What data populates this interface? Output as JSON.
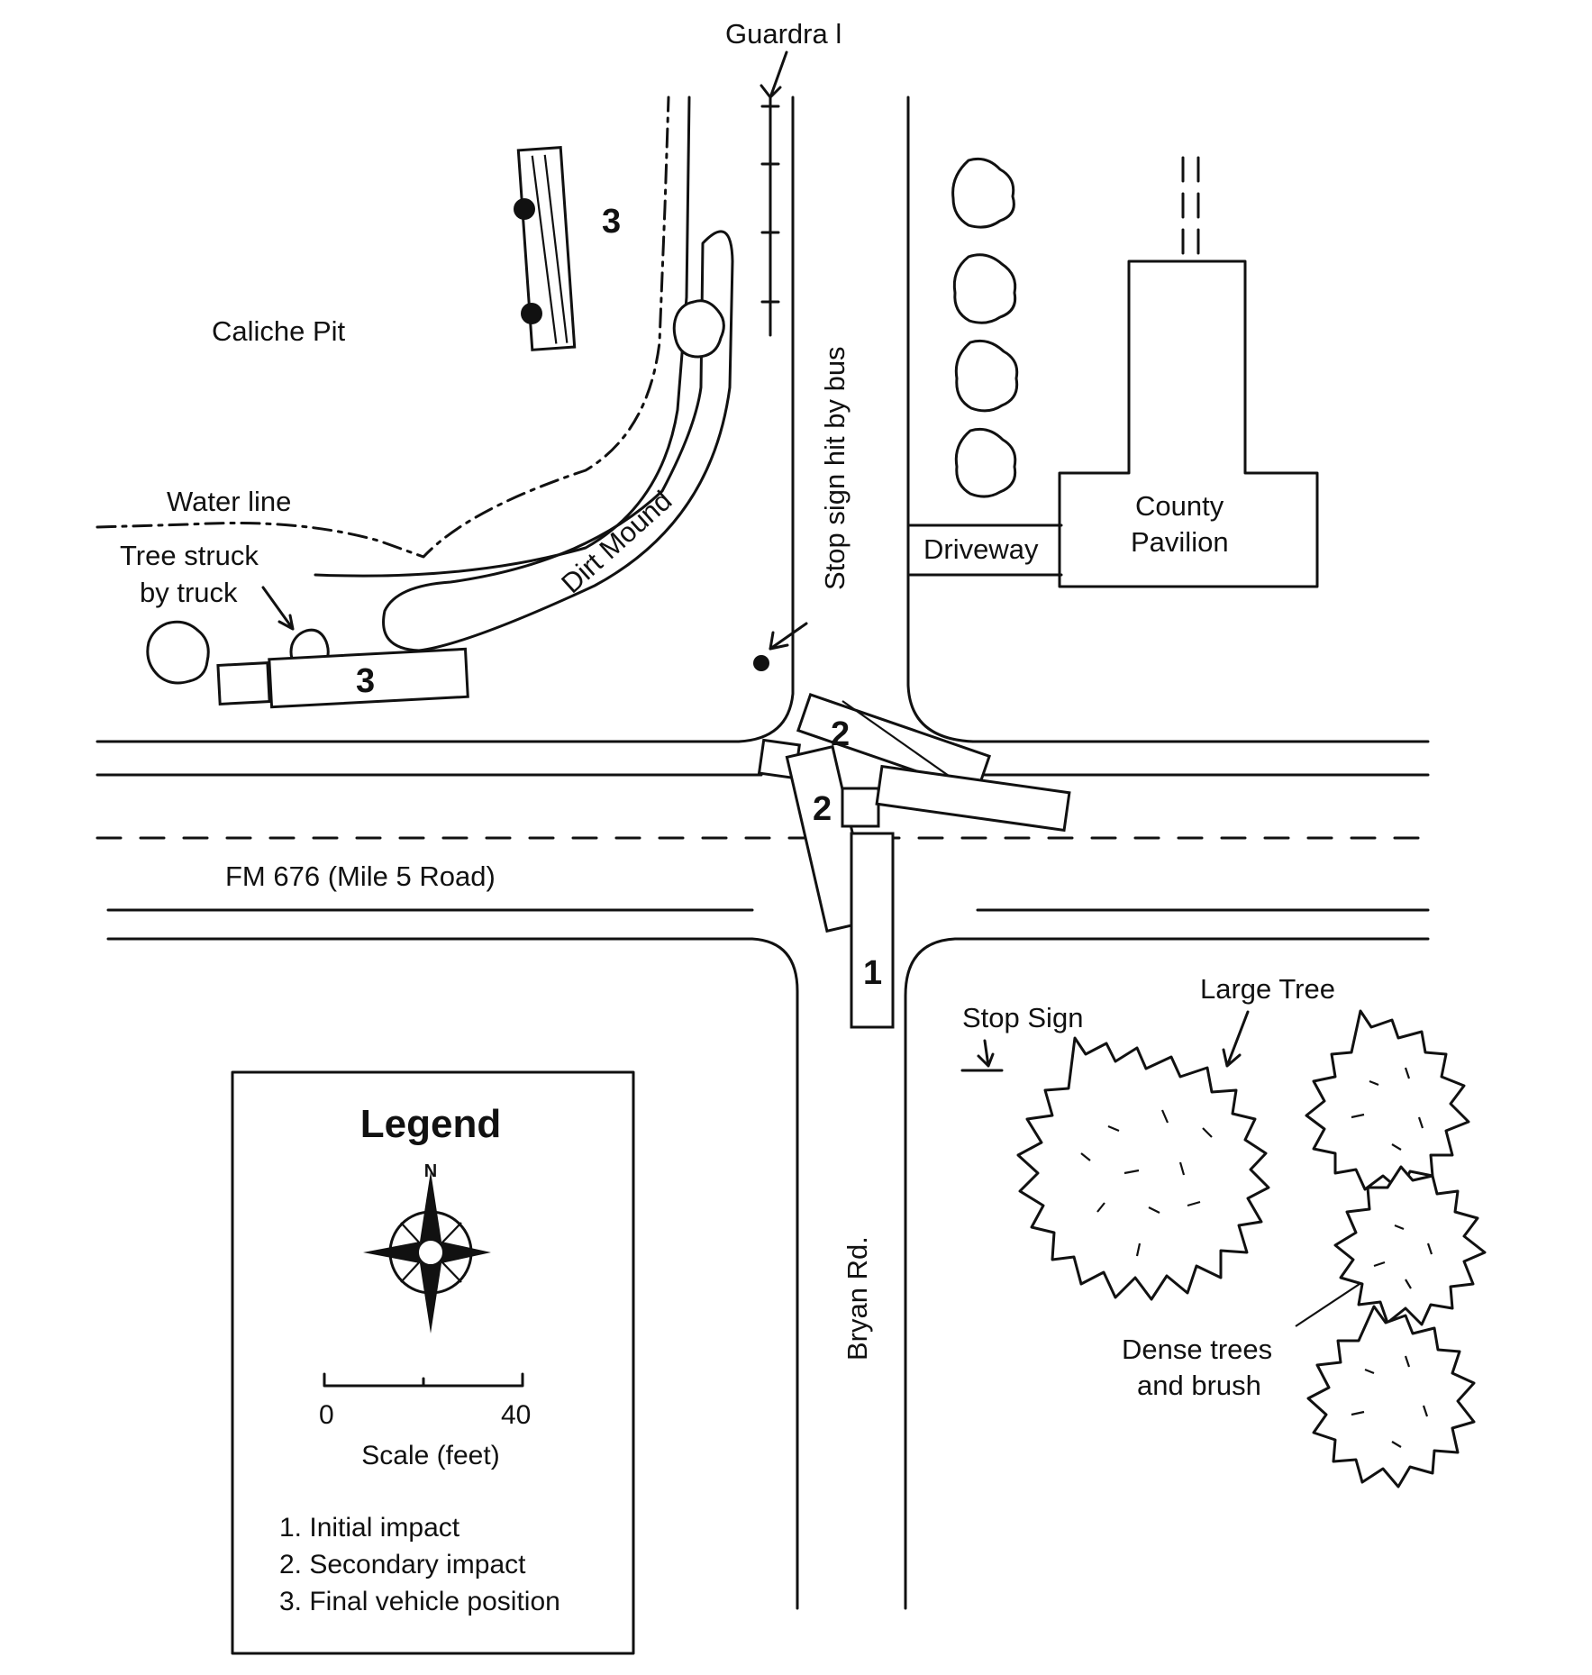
{
  "labels": {
    "guardrail": "Guardra l",
    "caliche_pit": "Caliche Pit",
    "water_line": "Water line",
    "tree_struck_line1": "Tree struck",
    "tree_struck_line2": "by truck",
    "dirt_mound": "Dirt Mound",
    "stop_sign_hit": "Stop sign hit by bus",
    "driveway": "Driveway",
    "county_line1": "County",
    "county_line2": "Pavilion",
    "fm_road": "FM 676 (Mile 5 Road)",
    "stop_sign": "Stop Sign",
    "large_tree": "Large Tree",
    "bryan_rd": "Bryan Rd.",
    "dense_line1": "Dense trees",
    "dense_line2": "and brush"
  },
  "markers": {
    "bus_final": "3",
    "truck_final": "3",
    "truck_secondary": "2",
    "bus_secondary": "2",
    "initial": "1"
  },
  "legend": {
    "title": "Legend",
    "north": "N",
    "scale_min": "0",
    "scale_max": "40",
    "scale_label": "Scale (feet)",
    "items": [
      "1. Initial impact",
      "2. Secondary impact",
      "3. Final vehicle position"
    ]
  }
}
